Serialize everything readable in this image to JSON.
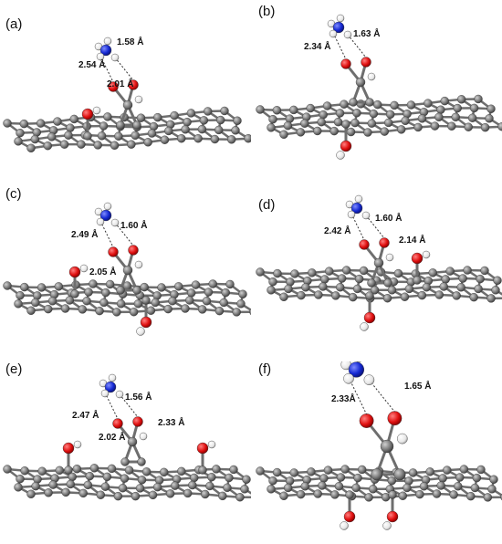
{
  "panels": [
    {
      "label": "(a)",
      "distances": [
        "1.58 Å",
        "2.54 Å",
        "2.01 Å"
      ]
    },
    {
      "label": "(b)",
      "distances": [
        "1.63 Å",
        "2.34 Å"
      ]
    },
    {
      "label": "(c)",
      "distances": [
        "1.60 Å",
        "2.49 Å",
        "2.05 Å"
      ]
    },
    {
      "label": "(d)",
      "distances": [
        "1.60 Å",
        "2.42 Å",
        "2.14 Å"
      ]
    },
    {
      "label": "(e)",
      "distances": [
        "1.56 Å",
        "2.47 Å",
        "2.02 Å",
        "2.33 Å"
      ]
    },
    {
      "label": "(f)",
      "distances": [
        "2.33Å",
        "1.65 Å"
      ]
    }
  ],
  "colors": {
    "carbon": "#808080",
    "oxygen": "#e01010",
    "nitrogen": "#1428d2",
    "hydrogen": "#f2f2f2",
    "bond": "#6e6e6e"
  }
}
